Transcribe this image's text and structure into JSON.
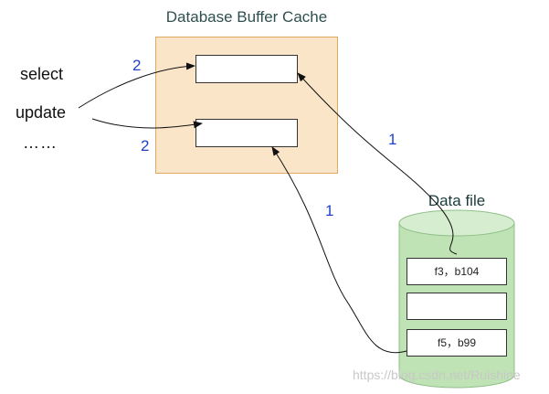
{
  "cache": {
    "title": "Database Buffer Cache"
  },
  "statements": {
    "select": "select",
    "update": "update",
    "more": "……"
  },
  "labels": {
    "step_select": "2",
    "step_update": "2",
    "step_read_top": "1",
    "step_read_bottom": "1"
  },
  "datafile": {
    "title": "Data file",
    "blocks": [
      "f3，b104",
      "",
      "f5，b99"
    ]
  },
  "watermark": "https://blog.csdn.net/Ruishine",
  "colors": {
    "cache_fill": "#fbe5c8",
    "cylinder_fill": "#bfe3b4",
    "number_color": "#1f3fd0"
  }
}
